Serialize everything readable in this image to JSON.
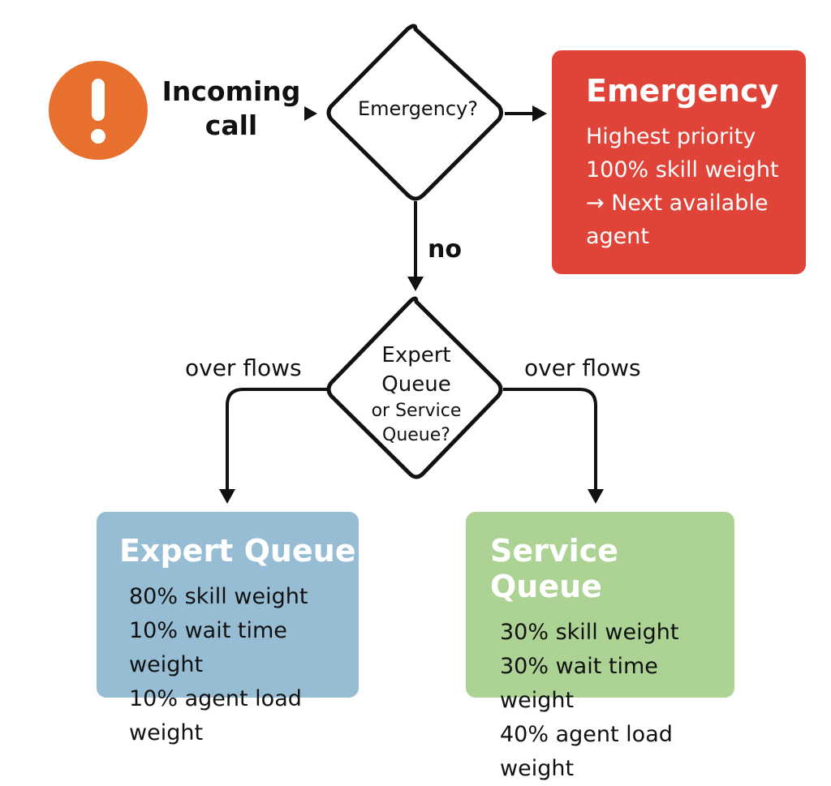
{
  "start": {
    "label_line1": "Incoming",
    "label_line2": "call",
    "icon": "exclamation-icon",
    "icon_color": "#e8702f"
  },
  "decision_emergency": {
    "label": "Emergency?"
  },
  "decision_queue": {
    "line1": "Expert",
    "line2": "Queue",
    "line3": "or Service",
    "line4": "Queue?"
  },
  "edges": {
    "no_label": "no",
    "overflow_left": "over flows",
    "overflow_right": "over flows"
  },
  "emergency_card": {
    "title": "Emergency",
    "lines": [
      "Highest priority",
      "100% skill weight",
      "→ Next available",
      "agent"
    ],
    "color": "#e04338"
  },
  "expert_queue": {
    "title": "Expert Queue",
    "lines": [
      "80% skill weight",
      "10% wait time weight",
      "10% agent load weight"
    ],
    "color": "#97bdd4"
  },
  "service_queue": {
    "title": "Service Queue",
    "lines": [
      "30% skill weight",
      "30% wait time weight",
      "40% agent load weight"
    ],
    "color": "#acd394"
  }
}
